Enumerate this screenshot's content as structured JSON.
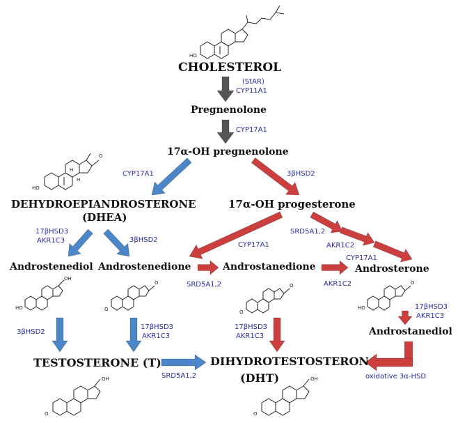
{
  "compounds": {
    "cholesterol": "CHOLESTEROL",
    "pregnenolone": "Pregnenolone",
    "oh_pregnenolone": "17α-OH pregnenolone",
    "dhea_line1": "DEHYDROEPIANDROSTERONE",
    "dhea_line2": "(DHEA)",
    "oh_progesterone": "17α-OH progesterone",
    "androstenediol": "Androstenediol",
    "androstenedione": "Androstenedione",
    "androstanedione": "Androstanedione",
    "androsterone": "Androsterone",
    "androstanediol": "Androstanediol",
    "testosterone": "TESTOSTERONE (T)",
    "dht_line1": "DIHYDROTESTOSTERON",
    "dht_line2": "(DHT)"
  },
  "enzymes": {
    "star": "(StAR)",
    "cyp11a1": "CYP11A1",
    "cyp17a1_preg": "CYP17A1",
    "cyp17a1_dhea": "CYP17A1",
    "hsd3b2_prog": "3βHSD2",
    "hsd17b3_dhea_1": "17βHSD3",
    "akr1c3_dhea_2": "AKR1C3",
    "hsd3b2_dhea": "3βHSD2",
    "cyp17a1_prog": "CYP17A1",
    "srd5a12_top": "SRD5A1,2",
    "akr1c2_top": "AKR1C2",
    "cyp17a1_andro": "CYP17A1",
    "srd5a12_mid": "SRD5A1,2",
    "akr1c2_mid": "AKR1C2",
    "hsd3b2_bottom": "3βHSD2",
    "hsd17b3_andione_1": "17βHSD3",
    "akr1c3_andione_2": "AKR1C3",
    "hsd17b3_anstane_1": "17βHSD3",
    "akr1c3_anstane_2": "AKR1C3",
    "hsd17b3_andros_1": "17βHSD3",
    "akr1c3_andros_2": "AKR1C3",
    "srd5a12_bottom": "SRD5A1,2",
    "oxidative": "oxidative 3α-HSD"
  },
  "structure_atoms": {
    "ho": "HO",
    "o": "O",
    "oh": "OH",
    "h": "H"
  },
  "colors": {
    "gray_arrow": "#555555",
    "blue_arrow": "#4a86c8",
    "red_arrow": "#cc3f3f",
    "enzyme_text": "#2a2aa8"
  }
}
